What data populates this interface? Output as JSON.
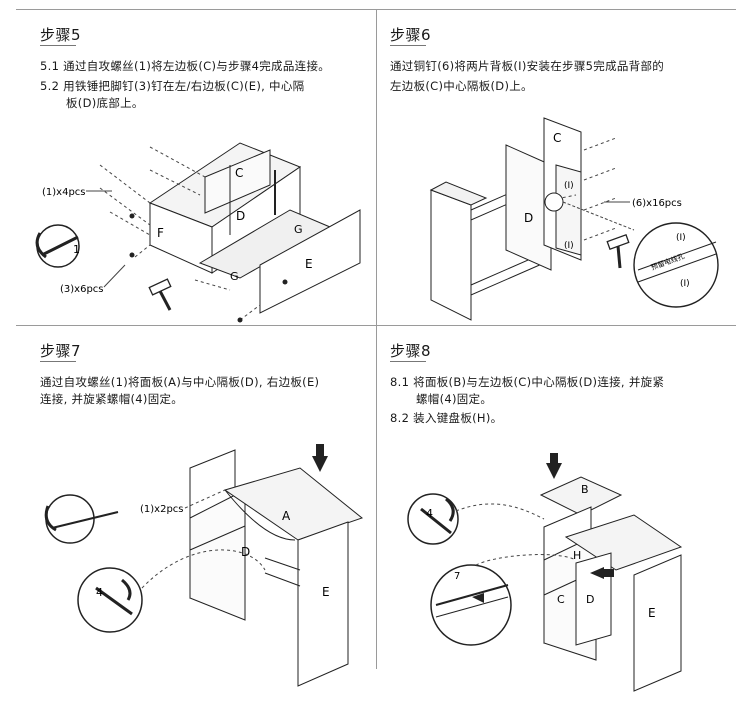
{
  "step5": {
    "title": "步骤5",
    "line1": "5.1 通过自攻螺丝(1)将左边板(C)与步骤4完成品连接。",
    "line2a": "5.2 用铁锤把脚钉(3)钉在左/右边板(C)(E), 中心隔",
    "line2b": "板(D)底部上。",
    "callout1": "(1)x4pcs",
    "callout3": "(3)x6pcs",
    "labels": {
      "c": "C",
      "d": "D",
      "f": "F",
      "g1": "G",
      "g2": "G",
      "e": "E",
      "one": "1"
    }
  },
  "step6": {
    "title": "步骤6",
    "line1": "通过铜钉(6)将两片背板(I)安装在步骤5完成品背部的",
    "line2": "左边板(C)中心隔板(D)上。",
    "callout6": "(6)x16pcs",
    "labels": {
      "c": "C",
      "d": "D",
      "i1": "(I)",
      "i2": "(I)",
      "zi1": "(I)",
      "zi2": "(I)",
      "hole": "预留电线孔"
    }
  },
  "step7": {
    "title": "步骤7",
    "line1": "通过自攻螺丝(1)将面板(A)与中心隔板(D), 右边板(E)",
    "line2": "连接, 并旋紧螺帽(4)固定。",
    "callout1": "(1)x2pcs",
    "labels": {
      "a": "A",
      "d": "D",
      "e": "E",
      "four": "4"
    }
  },
  "step8": {
    "title": "步骤8",
    "line1a": "8.1 将面板(B)与左边板(C)中心隔板(D)连接, 并旋紧",
    "line1b": "螺帽(4)固定。",
    "line2": "8.2 装入键盘板(H)。",
    "labels": {
      "b": "B",
      "c": "C",
      "d": "D",
      "e": "E",
      "h": "H",
      "four": "4",
      "seven": "7"
    }
  }
}
